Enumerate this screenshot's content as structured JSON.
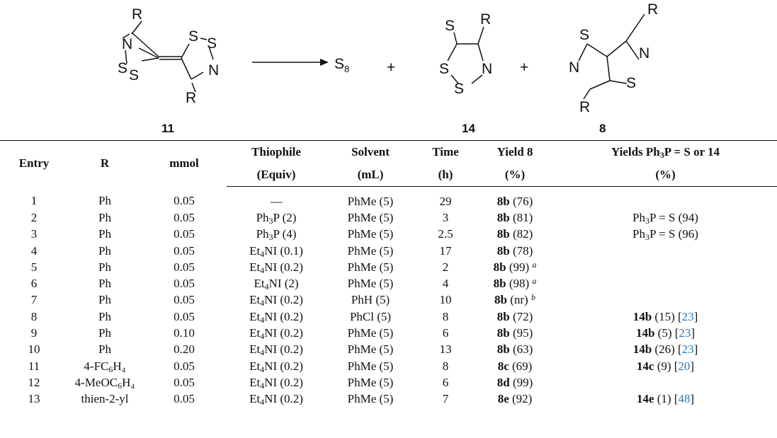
{
  "scheme": {
    "atoms": {
      "R": "R",
      "N": "N",
      "S": "S",
      "S8": "S",
      "S8_sub": "8",
      "plus": "+"
    },
    "compound_labels": [
      "11",
      "14",
      "8"
    ]
  },
  "table": {
    "headers_row1": [
      "Entry",
      "R",
      "mmol",
      "Thiophile",
      "Solvent",
      "Time",
      "Yield 8",
      "Yields Ph"
    ],
    "header_ph3_sub": "3",
    "header_ph3_rest": "P = S or 14",
    "headers_row2": [
      "(Equiv)",
      "(mL)",
      "(h)",
      "(%)",
      "(%)"
    ],
    "rows": [
      {
        "entry": "1",
        "r": "Ph",
        "r_sub": "",
        "r_tail": "",
        "mmol": "0.05",
        "th_a": "—",
        "th_sub": "",
        "th_b": "",
        "solvent": "PhMe (5)",
        "time": "29",
        "y8_bold": "8b",
        "y8": " (76)",
        "y8_note": "",
        "y14_bold": "",
        "y14_a": "",
        "y14_sub": "",
        "y14_b": "",
        "ref": ""
      },
      {
        "entry": "2",
        "r": "Ph",
        "r_sub": "",
        "r_tail": "",
        "mmol": "0.05",
        "th_a": "Ph",
        "th_sub": "3",
        "th_b": "P (2)",
        "solvent": "PhMe (5)",
        "time": "3",
        "y8_bold": "8b",
        "y8": " (81)",
        "y8_note": "",
        "y14_bold": "",
        "y14_a": "Ph",
        "y14_sub": "3",
        "y14_b": "P = S (94)",
        "ref": ""
      },
      {
        "entry": "3",
        "r": "Ph",
        "r_sub": "",
        "r_tail": "",
        "mmol": "0.05",
        "th_a": "Ph",
        "th_sub": "3",
        "th_b": "P (4)",
        "solvent": "PhMe (5)",
        "time": "2.5",
        "y8_bold": "8b",
        "y8": " (82)",
        "y8_note": "",
        "y14_bold": "",
        "y14_a": "Ph",
        "y14_sub": "3",
        "y14_b": "P = S (96)",
        "ref": ""
      },
      {
        "entry": "4",
        "r": "Ph",
        "r_sub": "",
        "r_tail": "",
        "mmol": "0.05",
        "th_a": "Et",
        "th_sub": "4",
        "th_b": "NI (0.1)",
        "solvent": "PhMe (5)",
        "time": "17",
        "y8_bold": "8b",
        "y8": " (78)",
        "y8_note": "",
        "y14_bold": "",
        "y14_a": "",
        "y14_sub": "",
        "y14_b": "",
        "ref": ""
      },
      {
        "entry": "5",
        "r": "Ph",
        "r_sub": "",
        "r_tail": "",
        "mmol": "0.05",
        "th_a": "Et",
        "th_sub": "4",
        "th_b": "NI (0.2)",
        "solvent": "PhMe (5)",
        "time": "2",
        "y8_bold": "8b",
        "y8": " (99)",
        "y8_note": "a",
        "y14_bold": "",
        "y14_a": "",
        "y14_sub": "",
        "y14_b": "",
        "ref": ""
      },
      {
        "entry": "6",
        "r": "Ph",
        "r_sub": "",
        "r_tail": "",
        "mmol": "0.05",
        "th_a": "Et",
        "th_sub": "4",
        "th_b": "NI (2)",
        "solvent": "PhMe (5)",
        "time": "4",
        "y8_bold": "8b",
        "y8": " (98)",
        "y8_note": "a",
        "y14_bold": "",
        "y14_a": "",
        "y14_sub": "",
        "y14_b": "",
        "ref": ""
      },
      {
        "entry": "7",
        "r": "Ph",
        "r_sub": "",
        "r_tail": "",
        "mmol": "0.05",
        "th_a": "Et",
        "th_sub": "4",
        "th_b": "NI (0.2)",
        "solvent": "PhH (5)",
        "time": "10",
        "y8_bold": "8b",
        "y8": " (nr)",
        "y8_note": "b",
        "y14_bold": "",
        "y14_a": "",
        "y14_sub": "",
        "y14_b": "",
        "ref": ""
      },
      {
        "entry": "8",
        "r": "Ph",
        "r_sub": "",
        "r_tail": "",
        "mmol": "0.05",
        "th_a": "Et",
        "th_sub": "4",
        "th_b": "NI (0.2)",
        "solvent": "PhCl (5)",
        "time": "8",
        "y8_bold": "8b",
        "y8": " (72)",
        "y8_note": "",
        "y14_bold": "14b",
        "y14_a": " (15) [",
        "y14_sub": "",
        "y14_b": "]",
        "ref": "23"
      },
      {
        "entry": "9",
        "r": "Ph",
        "r_sub": "",
        "r_tail": "",
        "mmol": "0.10",
        "th_a": "Et",
        "th_sub": "4",
        "th_b": "NI (0.2)",
        "solvent": "PhMe (5)",
        "time": "6",
        "y8_bold": "8b",
        "y8": " (95)",
        "y8_note": "",
        "y14_bold": "14b",
        "y14_a": " (5) [",
        "y14_sub": "",
        "y14_b": "]",
        "ref": "23"
      },
      {
        "entry": "10",
        "r": "Ph",
        "r_sub": "",
        "r_tail": "",
        "mmol": "0.20",
        "th_a": "Et",
        "th_sub": "4",
        "th_b": "NI (0.2)",
        "solvent": "PhMe (5)",
        "time": "13",
        "y8_bold": "8b",
        "y8": " (63)",
        "y8_note": "",
        "y14_bold": "14b",
        "y14_a": " (26) [",
        "y14_sub": "",
        "y14_b": "]",
        "ref": "23"
      },
      {
        "entry": "11",
        "r": "4-FC",
        "r_sub": "6",
        "r_tail": "H₄",
        "mmol": "0.05",
        "th_a": "Et",
        "th_sub": "4",
        "th_b": "NI (0.2)",
        "solvent": "PhMe (5)",
        "time": "8",
        "y8_bold": "8c",
        "y8": " (69)",
        "y8_note": "",
        "y14_bold": "14c",
        "y14_a": " (9) [",
        "y14_sub": "",
        "y14_b": "]",
        "ref": "20"
      },
      {
        "entry": "12",
        "r": "4-MeOC",
        "r_sub": "6",
        "r_tail": "H₄",
        "mmol": "0.05",
        "th_a": "Et",
        "th_sub": "4",
        "th_b": "NI (0.2)",
        "solvent": "PhMe (5)",
        "time": "6",
        "y8_bold": "8d",
        "y8": " (99)",
        "y8_note": "",
        "y14_bold": "",
        "y14_a": "",
        "y14_sub": "",
        "y14_b": "",
        "ref": ""
      },
      {
        "entry": "13",
        "r": "thien-2-yl",
        "r_sub": "",
        "r_tail": "",
        "mmol": "0.05",
        "th_a": "Et",
        "th_sub": "4",
        "th_b": "NI (0.2)",
        "solvent": "PhMe (5)",
        "time": "7",
        "y8_bold": "8e",
        "y8": " (92)",
        "y8_note": "",
        "y14_bold": "14e",
        "y14_a": " (1) [",
        "y14_sub": "",
        "y14_b": "]",
        "ref": "48"
      }
    ]
  }
}
